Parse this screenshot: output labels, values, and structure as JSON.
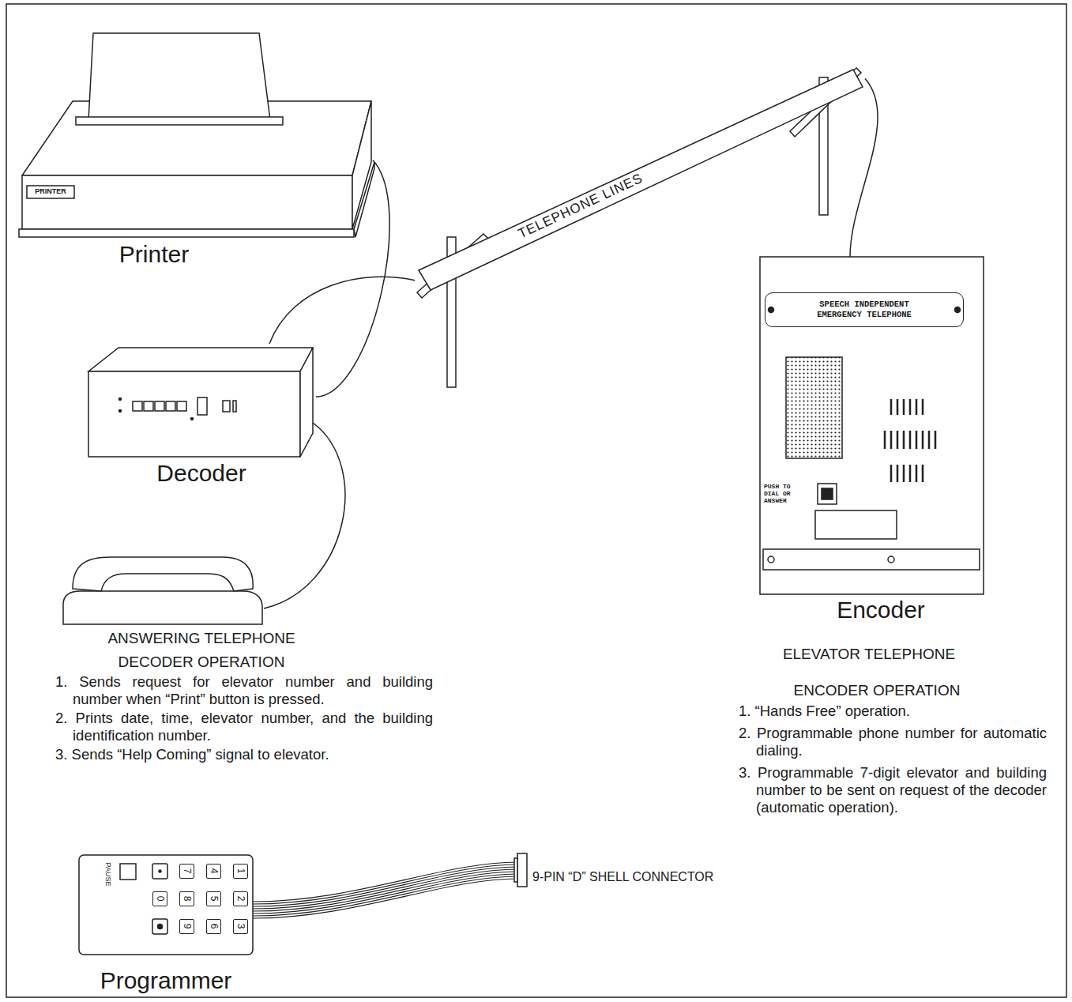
{
  "diagram": {
    "nodes": [
      {
        "text": [
          "PRINTER",
          "Printer"
        ]
      },
      {
        "text": [
          "TELEPHONE LINES"
        ]
      },
      {
        "text": [
          "PUSH TO DIAL OR ANSWER",
          "Encoder"
        ]
      },
      {
        "text": [
          "SPEECH INDEPENDENT EMERGENCY TELEPHONE"
        ],
        "in": 2
      },
      {
        "text": [
          "Decoder"
        ]
      },
      {
        "text": [
          "PAUSE",
          "Programmer"
        ]
      },
      {
        "text": [
          "7"
        ],
        "in": 5
      },
      {
        "text": [
          "4"
        ],
        "in": 5
      },
      {
        "text": [
          "1"
        ],
        "in": 5
      },
      {
        "text": [
          "0"
        ],
        "in": 5
      },
      {
        "text": [
          "8"
        ],
        "in": 5
      },
      {
        "text": [
          "5"
        ],
        "in": 5
      },
      {
        "text": [
          "2"
        ],
        "in": 5
      },
      {
        "text": [
          "9"
        ],
        "in": 5
      },
      {
        "text": [
          "6"
        ],
        "in": 5
      },
      {
        "text": [
          "3"
        ],
        "in": 5
      }
    ],
    "edges": [
      {
        "from": 0,
        "to": 4,
        "arrow": "none"
      },
      {
        "from": 4,
        "to": 1,
        "arrow": "none"
      },
      {
        "from": 1,
        "to": 2,
        "arrow": "none"
      }
    ],
    "labels": [
      "ANSWERING TELEPHONE",
      "DECODER OPERATION",
      "1. Sends request for elevator number and building number when “Print” button is pressed.",
      "2. Prints date, time, elevator number, and the building identification number.",
      "3. Sends “Help Coming” signal to elevator.",
      "ELEVATOR TELEPHONE",
      "ENCODER OPERATION",
      "1. “Hands Free” operation.",
      "2. Programmable phone number for automatic dialing.",
      "3. Programmable 7-digit elevator and building number to be sent on request of the decoder (automatic operation).",
      "9-PIN “D” SHELL CONNECTOR"
    ]
  }
}
